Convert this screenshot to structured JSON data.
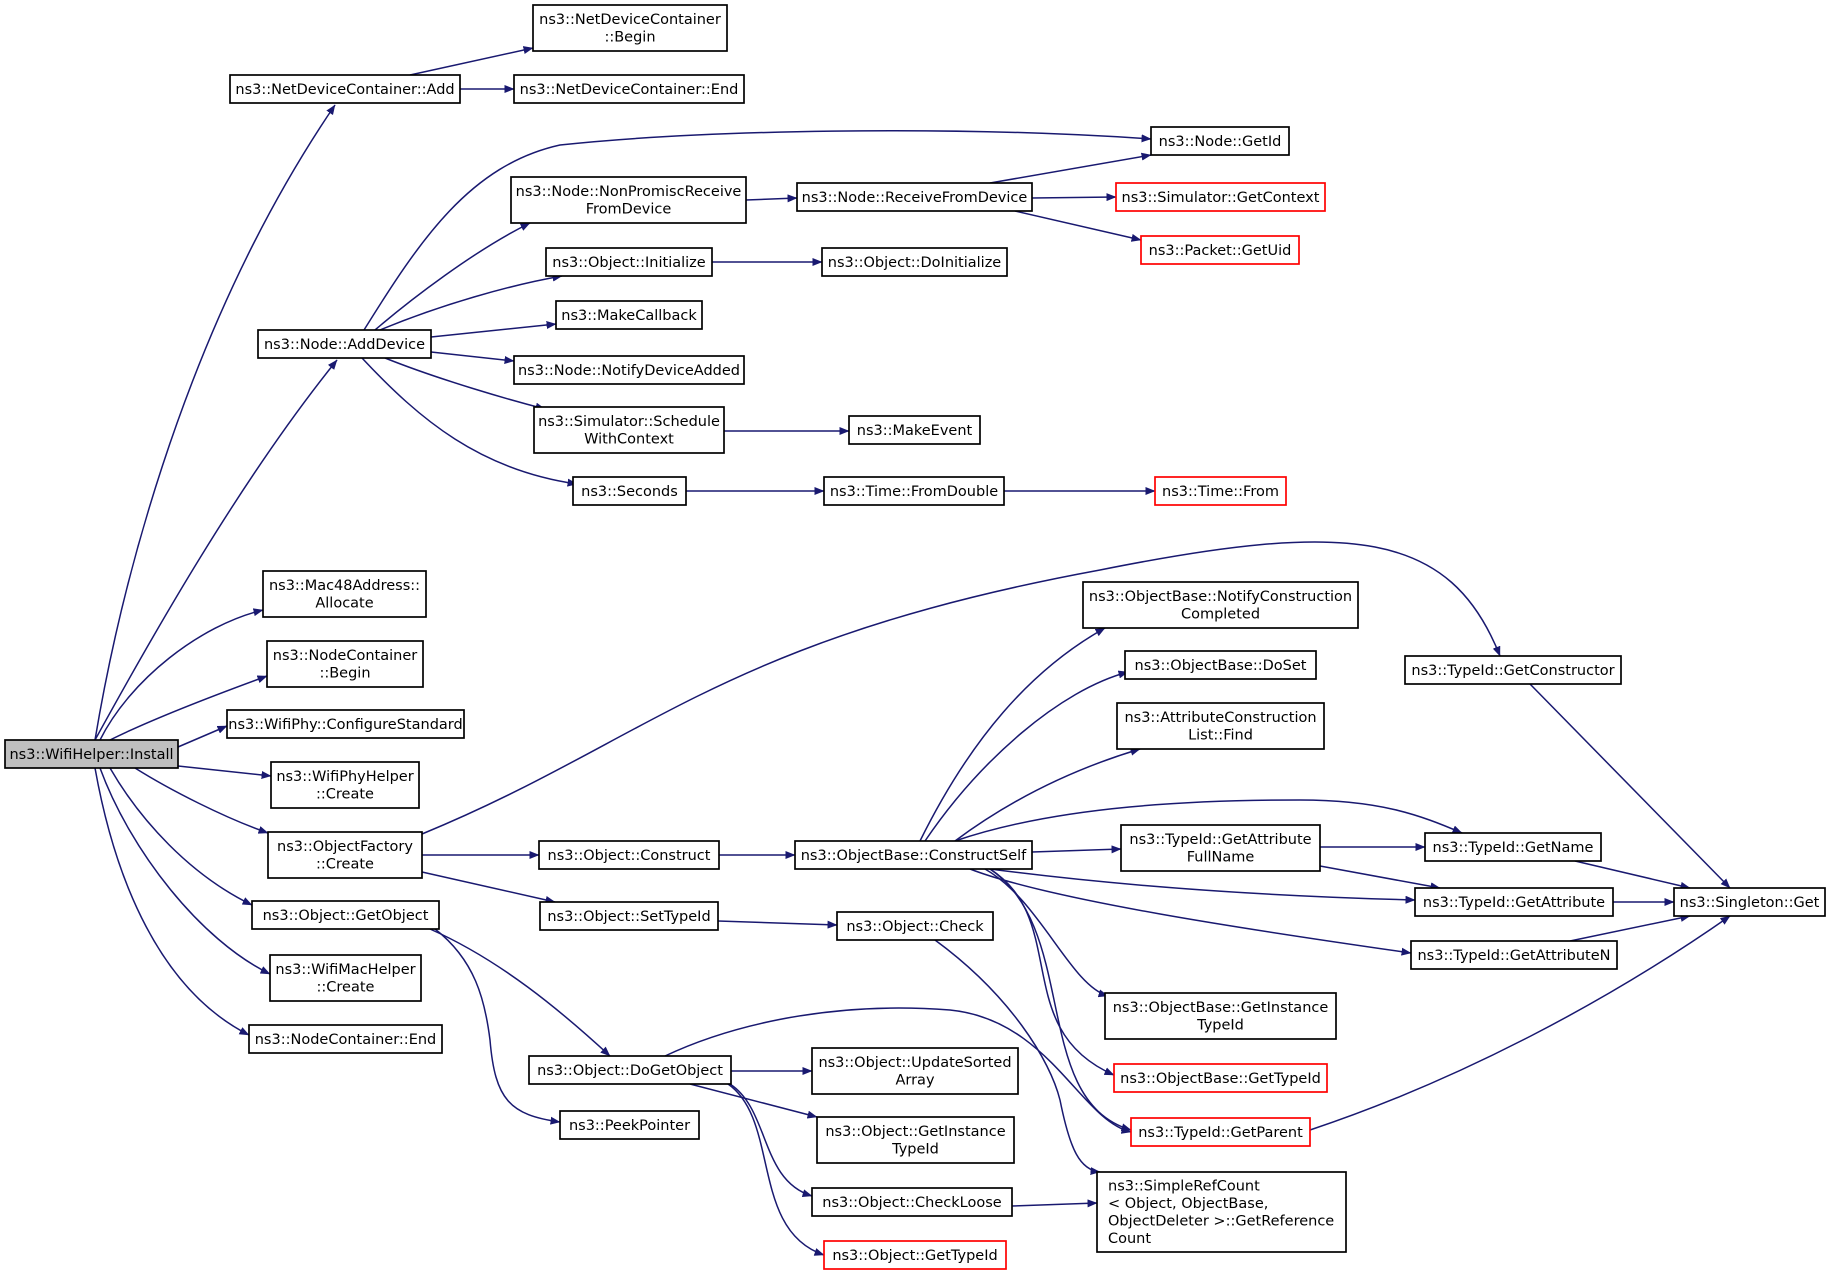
{
  "colors": {
    "edge": "#191970",
    "box_border": "#000000",
    "box_border_truncated": "#ff0000",
    "root_fill": "#bfbfbf",
    "box_fill": "#ffffff"
  },
  "nodes": [
    {
      "id": "install",
      "lines": [
        "ns3::WifiHelper::Install"
      ],
      "style": "root"
    },
    {
      "id": "ndc_add",
      "lines": [
        "ns3::NetDeviceContainer::Add"
      ]
    },
    {
      "id": "ndc_begin",
      "lines": [
        "ns3::NetDeviceContainer",
        "::Begin"
      ]
    },
    {
      "id": "ndc_end",
      "lines": [
        "ns3::NetDeviceContainer::End"
      ]
    },
    {
      "id": "node_getid",
      "lines": [
        "ns3::Node::GetId"
      ]
    },
    {
      "id": "node_nonpromisc",
      "lines": [
        "ns3::Node::NonPromiscReceive",
        "FromDevice"
      ]
    },
    {
      "id": "node_recv",
      "lines": [
        "ns3::Node::ReceiveFromDevice"
      ]
    },
    {
      "id": "sim_getcontext",
      "lines": [
        "ns3::Simulator::GetContext"
      ],
      "style": "truncated"
    },
    {
      "id": "pkt_getuid",
      "lines": [
        "ns3::Packet::GetUid"
      ],
      "style": "truncated"
    },
    {
      "id": "obj_init",
      "lines": [
        "ns3::Object::Initialize"
      ]
    },
    {
      "id": "obj_doinit",
      "lines": [
        "ns3::Object::DoInitialize"
      ]
    },
    {
      "id": "makecallback",
      "lines": [
        "ns3::MakeCallback"
      ]
    },
    {
      "id": "node_adddevice",
      "lines": [
        "ns3::Node::AddDevice"
      ]
    },
    {
      "id": "node_notify",
      "lines": [
        "ns3::Node::NotifyDeviceAdded"
      ]
    },
    {
      "id": "sim_schedule",
      "lines": [
        "ns3::Simulator::Schedule",
        "WithContext"
      ]
    },
    {
      "id": "makeevent",
      "lines": [
        "ns3::MakeEvent"
      ]
    },
    {
      "id": "seconds",
      "lines": [
        "ns3::Seconds"
      ]
    },
    {
      "id": "time_fromdouble",
      "lines": [
        "ns3::Time::FromDouble"
      ]
    },
    {
      "id": "time_from",
      "lines": [
        "ns3::Time::From"
      ],
      "style": "truncated"
    },
    {
      "id": "mac48",
      "lines": [
        "ns3::Mac48Address::",
        "Allocate"
      ]
    },
    {
      "id": "nc_begin",
      "lines": [
        "ns3::NodeContainer",
        "::Begin"
      ]
    },
    {
      "id": "wifiphy_cfg",
      "lines": [
        "ns3::WifiPhy::ConfigureStandard"
      ]
    },
    {
      "id": "wifiphyhelper_create",
      "lines": [
        "ns3::WifiPhyHelper",
        "::Create"
      ]
    },
    {
      "id": "objfactory_create",
      "lines": [
        "ns3::ObjectFactory",
        "::Create"
      ]
    },
    {
      "id": "obj_getobject",
      "lines": [
        "ns3::Object::GetObject"
      ]
    },
    {
      "id": "wifimachelper_create",
      "lines": [
        "ns3::WifiMacHelper",
        "::Create"
      ]
    },
    {
      "id": "nc_end",
      "lines": [
        "ns3::NodeContainer::End"
      ]
    },
    {
      "id": "obj_construct",
      "lines": [
        "ns3::Object::Construct"
      ]
    },
    {
      "id": "obj_settypeid",
      "lines": [
        "ns3::Object::SetTypeId"
      ]
    },
    {
      "id": "objbase_constructself",
      "lines": [
        "ns3::ObjectBase::ConstructSelf"
      ]
    },
    {
      "id": "objbase_notify",
      "lines": [
        "ns3::ObjectBase::NotifyConstruction",
        "Completed"
      ]
    },
    {
      "id": "objbase_doset",
      "lines": [
        "ns3::ObjectBase::DoSet"
      ]
    },
    {
      "id": "attr_find",
      "lines": [
        "ns3::AttributeConstruction",
        "List::Find"
      ]
    },
    {
      "id": "typeid_getattrfull",
      "lines": [
        "ns3::TypeId::GetAttribute",
        "FullName"
      ]
    },
    {
      "id": "typeid_getconstructor",
      "lines": [
        "ns3::TypeId::GetConstructor"
      ]
    },
    {
      "id": "typeid_getname",
      "lines": [
        "ns3::TypeId::GetName"
      ]
    },
    {
      "id": "typeid_getattribute",
      "lines": [
        "ns3::TypeId::GetAttribute"
      ]
    },
    {
      "id": "singleton_get",
      "lines": [
        "ns3::Singleton::Get"
      ]
    },
    {
      "id": "typeid_getattributen",
      "lines": [
        "ns3::TypeId::GetAttributeN"
      ]
    },
    {
      "id": "obj_check",
      "lines": [
        "ns3::Object::Check"
      ]
    },
    {
      "id": "objbase_getinstancetypeid",
      "lines": [
        "ns3::ObjectBase::GetInstance",
        "TypeId"
      ]
    },
    {
      "id": "objbase_gettypeid",
      "lines": [
        "ns3::ObjectBase::GetTypeId"
      ],
      "style": "truncated"
    },
    {
      "id": "typeid_getparent",
      "lines": [
        "ns3::TypeId::GetParent"
      ],
      "style": "truncated"
    },
    {
      "id": "obj_dogetobject",
      "lines": [
        "ns3::Object::DoGetObject"
      ]
    },
    {
      "id": "obj_updatesorted",
      "lines": [
        "ns3::Object::UpdateSorted",
        "Array"
      ]
    },
    {
      "id": "obj_getinstancetypeid",
      "lines": [
        "ns3::Object::GetInstance",
        "TypeId"
      ]
    },
    {
      "id": "peekpointer",
      "lines": [
        "ns3::PeekPointer"
      ]
    },
    {
      "id": "obj_checkloose",
      "lines": [
        "ns3::Object::CheckLoose"
      ]
    },
    {
      "id": "obj_gettypeid",
      "lines": [
        "ns3::Object::GetTypeId"
      ],
      "style": "truncated"
    },
    {
      "id": "simplerefcount",
      "lines": [
        "ns3::SimpleRefCount",
        "< Object, ObjectBase,",
        "ObjectDeleter >::GetReference",
        "Count"
      ],
      "align": "left"
    }
  ],
  "edges": [
    {
      "from": "install",
      "to": "ndc_add"
    },
    {
      "from": "install",
      "to": "node_adddevice"
    },
    {
      "from": "install",
      "to": "mac48"
    },
    {
      "from": "install",
      "to": "nc_begin"
    },
    {
      "from": "install",
      "to": "wifiphy_cfg"
    },
    {
      "from": "install",
      "to": "wifiphyhelper_create"
    },
    {
      "from": "install",
      "to": "objfactory_create"
    },
    {
      "from": "install",
      "to": "obj_getobject"
    },
    {
      "from": "install",
      "to": "wifimachelper_create"
    },
    {
      "from": "install",
      "to": "nc_end"
    },
    {
      "from": "ndc_add",
      "to": "ndc_begin"
    },
    {
      "from": "ndc_add",
      "to": "ndc_end"
    },
    {
      "from": "node_adddevice",
      "to": "node_getid"
    },
    {
      "from": "node_adddevice",
      "to": "node_nonpromisc"
    },
    {
      "from": "node_adddevice",
      "to": "obj_init"
    },
    {
      "from": "node_adddevice",
      "to": "makecallback"
    },
    {
      "from": "node_adddevice",
      "to": "node_notify"
    },
    {
      "from": "node_adddevice",
      "to": "sim_schedule"
    },
    {
      "from": "node_adddevice",
      "to": "seconds"
    },
    {
      "from": "node_nonpromisc",
      "to": "node_recv"
    },
    {
      "from": "node_recv",
      "to": "node_getid"
    },
    {
      "from": "node_recv",
      "to": "sim_getcontext"
    },
    {
      "from": "node_recv",
      "to": "pkt_getuid"
    },
    {
      "from": "obj_init",
      "to": "obj_doinit"
    },
    {
      "from": "sim_schedule",
      "to": "makeevent"
    },
    {
      "from": "seconds",
      "to": "time_fromdouble"
    },
    {
      "from": "time_fromdouble",
      "to": "time_from"
    },
    {
      "from": "objfactory_create",
      "to": "typeid_getconstructor"
    },
    {
      "from": "objfactory_create",
      "to": "obj_construct"
    },
    {
      "from": "objfactory_create",
      "to": "obj_settypeid"
    },
    {
      "from": "obj_construct",
      "to": "objbase_constructself"
    },
    {
      "from": "objbase_constructself",
      "to": "objbase_notify"
    },
    {
      "from": "objbase_constructself",
      "to": "objbase_doset"
    },
    {
      "from": "objbase_constructself",
      "to": "attr_find"
    },
    {
      "from": "objbase_constructself",
      "to": "typeid_getattrfull"
    },
    {
      "from": "objbase_constructself",
      "to": "typeid_getname"
    },
    {
      "from": "objbase_constructself",
      "to": "typeid_getattribute"
    },
    {
      "from": "objbase_constructself",
      "to": "typeid_getattributen"
    },
    {
      "from": "objbase_constructself",
      "to": "objbase_getinstancetypeid"
    },
    {
      "from": "objbase_constructself",
      "to": "objbase_gettypeid"
    },
    {
      "from": "objbase_constructself",
      "to": "typeid_getparent"
    },
    {
      "from": "typeid_getattrfull",
      "to": "typeid_getname"
    },
    {
      "from": "typeid_getattrfull",
      "to": "typeid_getattribute"
    },
    {
      "from": "typeid_getconstructor",
      "to": "singleton_get"
    },
    {
      "from": "typeid_getname",
      "to": "singleton_get"
    },
    {
      "from": "typeid_getattribute",
      "to": "singleton_get"
    },
    {
      "from": "typeid_getattributen",
      "to": "singleton_get"
    },
    {
      "from": "typeid_getparent",
      "to": "singleton_get"
    },
    {
      "from": "obj_settypeid",
      "to": "obj_check"
    },
    {
      "from": "obj_check",
      "to": "simplerefcount"
    },
    {
      "from": "obj_getobject",
      "to": "obj_dogetobject"
    },
    {
      "from": "obj_getobject",
      "to": "peekpointer"
    },
    {
      "from": "obj_dogetobject",
      "to": "typeid_getparent"
    },
    {
      "from": "obj_dogetobject",
      "to": "obj_updatesorted"
    },
    {
      "from": "obj_dogetobject",
      "to": "obj_getinstancetypeid"
    },
    {
      "from": "obj_dogetobject",
      "to": "obj_checkloose"
    },
    {
      "from": "obj_dogetobject",
      "to": "obj_gettypeid"
    },
    {
      "from": "obj_checkloose",
      "to": "simplerefcount"
    }
  ]
}
